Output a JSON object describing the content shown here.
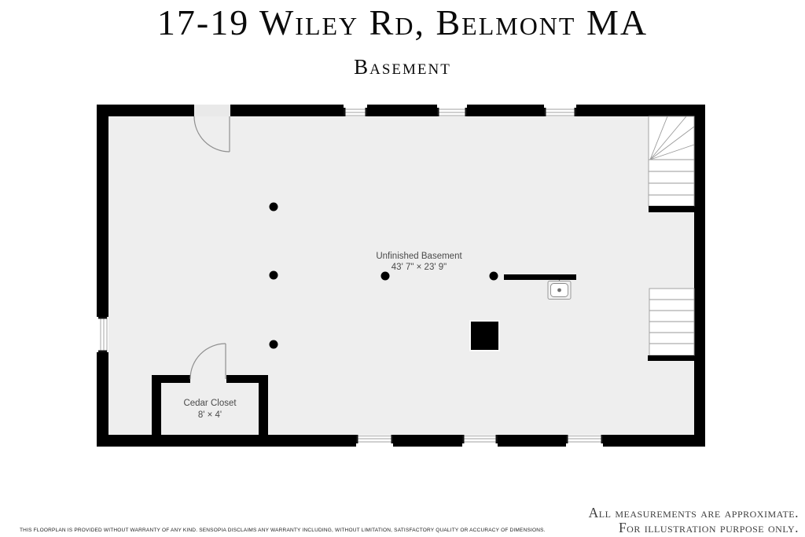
{
  "header": {
    "title": "17-19 Wiley Rd, Belmont MA",
    "subtitle": "Basement"
  },
  "rooms": [
    {
      "name": "Unfinished Basement",
      "dimensions": "43' 7\" × 23' 9\""
    },
    {
      "name": "Cedar Closet",
      "dimensions": "8' × 4'"
    }
  ],
  "footer": {
    "disclaimer": "THIS FLOORPLAN IS PROVIDED WITHOUT WARRANTY OF ANY KIND. SENSOPIA DISCLAIMS ANY WARRANTY INCLUDING, WITHOUT LIMITATION, SATISFACTORY QUALITY OR ACCURACY OF DIMENSIONS.",
    "note_line1": "All measurements are approximate.",
    "note_line2": "For illustration purpose only."
  },
  "colors": {
    "wall": "#000000",
    "floor": "#eeeeee",
    "label": "#4a4a4a"
  }
}
